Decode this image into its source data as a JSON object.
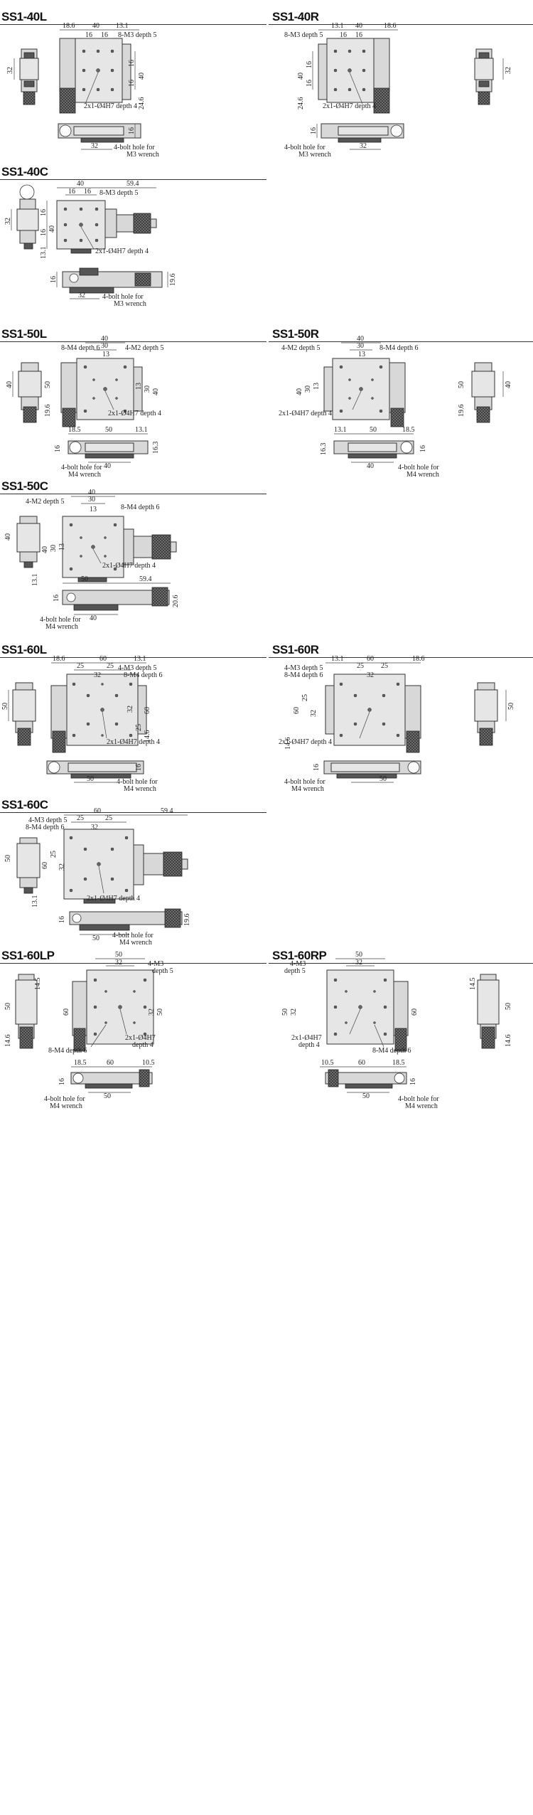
{
  "sections": {
    "s40l": {
      "title": "SS1-40L",
      "dims": [
        "18.6",
        "40",
        "13.1",
        "16",
        "16",
        "32",
        "16",
        "40",
        "16",
        "24.6",
        "16",
        "32"
      ],
      "notes": {
        "holes": "8-M3 depth 5",
        "pin": "2x1-Ø4H7 depth 4",
        "bolt1": "4-bolt hole for",
        "bolt2": "M3 wrench"
      }
    },
    "s40r": {
      "title": "SS1-40R",
      "dims": [
        "13.1",
        "40",
        "18.6",
        "16",
        "16",
        "16",
        "40",
        "16",
        "24.6",
        "32",
        "16",
        "32"
      ],
      "notes": {
        "holes": "8-M3 depth 5",
        "pin": "2x1-Ø4H7 depth 4",
        "bolt1": "4-bolt hole for",
        "bolt2": "M3 wrench"
      }
    },
    "s40c": {
      "title": "SS1-40C",
      "dims": [
        "40",
        "59.4",
        "16",
        "16",
        "16",
        "40",
        "16",
        "13.1",
        "32",
        "16",
        "32",
        "19.6"
      ],
      "notes": {
        "holes": "8-M3 depth 5",
        "pin": "2x1-Ø4H7 depth 4",
        "bolt1": "4-bolt hole for",
        "bolt2": "M3 wrench"
      }
    },
    "s50l": {
      "title": "SS1-50L",
      "dims": [
        "40",
        "30",
        "13",
        "40",
        "50",
        "13",
        "30",
        "40",
        "19.6",
        "18.5",
        "50",
        "13.1",
        "16",
        "16.3",
        "40"
      ],
      "notes": {
        "holes": "8-M4 depth 6",
        "holes2": "4-M2 depth 5",
        "pin": "2x1-Ø4H7 depth 4",
        "bolt1": "4-bolt hole for",
        "bolt2": "M4 wrench"
      }
    },
    "s50r": {
      "title": "SS1-50R",
      "dims": [
        "40",
        "30",
        "13",
        "40",
        "30",
        "13",
        "50",
        "40",
        "19.6",
        "13.1",
        "50",
        "18.5",
        "16.3",
        "16",
        "40"
      ],
      "notes": {
        "holes": "8-M4 depth 6",
        "holes2": "4-M2 depth 5",
        "pin": "2x1-Ø4H7 depth 4",
        "bolt1": "4-bolt hole for",
        "bolt2": "M4 wrench"
      }
    },
    "s50c": {
      "title": "SS1-50C",
      "dims": [
        "40",
        "30",
        "13",
        "40",
        "40",
        "30",
        "13",
        "13.1",
        "50",
        "59.4",
        "16",
        "20.6",
        "40"
      ],
      "notes": {
        "holes": "8-M4 depth 6",
        "holes2": "4-M2 depth 5",
        "pin": "2x1-Ø4H7 depth 4",
        "bolt1": "4-bolt hole for",
        "bolt2": "M4 wrench"
      }
    },
    "s60l": {
      "title": "SS1-60L",
      "dims": [
        "18.6",
        "60",
        "13.1",
        "25",
        "25",
        "32",
        "50",
        "32",
        "25",
        "60",
        "14.6",
        "16",
        "50"
      ],
      "notes": {
        "holes": "4-M3 depth 5",
        "holes2": "8-M4 depth 6",
        "pin": "2x1-Ø4H7 depth 4",
        "bolt1": "4-bolt hole for",
        "bolt2": "M4 wrench"
      }
    },
    "s60r": {
      "title": "SS1-60R",
      "dims": [
        "13.1",
        "60",
        "18.6",
        "25",
        "25",
        "32",
        "60",
        "25",
        "32",
        "14.6",
        "50",
        "16",
        "50"
      ],
      "notes": {
        "holes": "4-M3 depth 5",
        "holes2": "8-M4 depth 6",
        "pin": "2x1-Ø4H7 depth 4",
        "bolt1": "4-bolt hole for",
        "bolt2": "M4 wrench"
      }
    },
    "s60c": {
      "title": "SS1-60C",
      "dims": [
        "60",
        "59.4",
        "25",
        "25",
        "32",
        "50",
        "60",
        "25",
        "32",
        "13.1",
        "16",
        "19.6",
        "50"
      ],
      "notes": {
        "holes": "4-M3 depth 5",
        "holes2": "8-M4 depth 6",
        "pin": "2x1-Ø4H7 depth 4",
        "bolt1": "4-bolt hole for",
        "bolt2": "M4 wrench"
      }
    },
    "s60lp": {
      "title": "SS1-60LP",
      "dims": [
        "14.5",
        "50",
        "14.6",
        "50",
        "32",
        "60",
        "50",
        "32",
        "18.5",
        "60",
        "10.5",
        "16",
        "50"
      ],
      "notes": {
        "holesA": "4-M3",
        "holesB": "depth 5",
        "holes2": "8-M4 depth 6",
        "pinA": "2x1-Ø4H7",
        "pinB": "depth 4",
        "bolt1": "4-bolt hole for",
        "bolt2": "M4 wrench"
      }
    },
    "s60rp": {
      "title": "SS1-60RP",
      "dims": [
        "50",
        "32",
        "50",
        "32",
        "60",
        "14.5",
        "50",
        "14.6",
        "10.5",
        "60",
        "18.5",
        "16",
        "50"
      ],
      "notes": {
        "holesA": "4-M3",
        "holesB": "depth 5",
        "holes2": "8-M4 depth 6",
        "pinA": "2x1-Ø4H7",
        "pinB": "depth 4",
        "bolt1": "4-bolt hole for",
        "bolt2": "M4 wrench"
      }
    }
  }
}
